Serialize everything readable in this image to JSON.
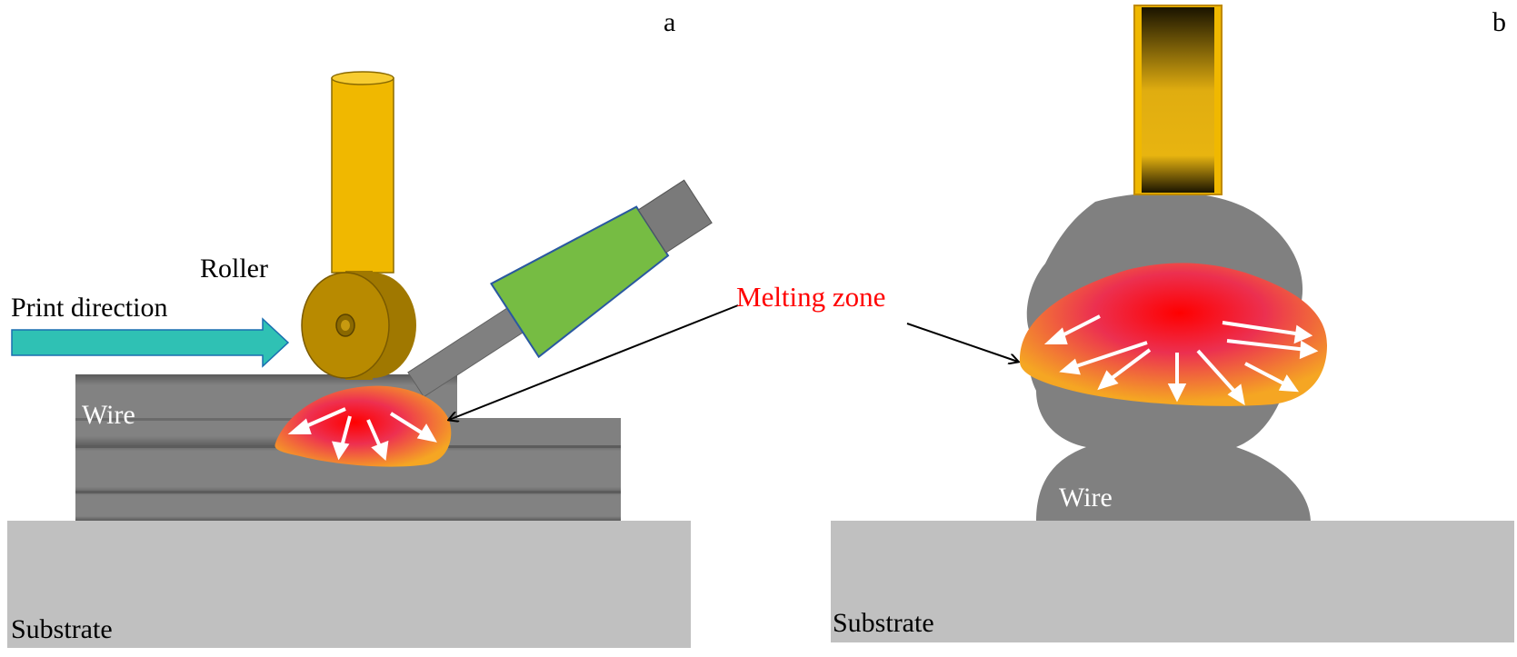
{
  "panel_a": {
    "letter": "a",
    "labels": {
      "roller": "Roller",
      "print_direction": "Print direction",
      "wire": "Wire",
      "substrate": "Substrate"
    }
  },
  "panel_b": {
    "letter": "b",
    "labels": {
      "wire": "Wire",
      "substrate": "Substrate"
    }
  },
  "callout": {
    "melting_zone": "Melting zone"
  },
  "colors": {
    "substrate": "#c0c0c0",
    "wire": "#808080",
    "roller_post": "#f0b800",
    "roller_wheel": "#b88a00",
    "nozzle": "#76bc43",
    "arrow_fill": "#2fc1b4",
    "melt_core": "#ff0000",
    "melt_edge": "#f5a623",
    "callout_text": "#ff0000"
  },
  "icons": {
    "print_direction": "block-arrow-right-icon",
    "melt_flow": "white-arrow-icon"
  }
}
